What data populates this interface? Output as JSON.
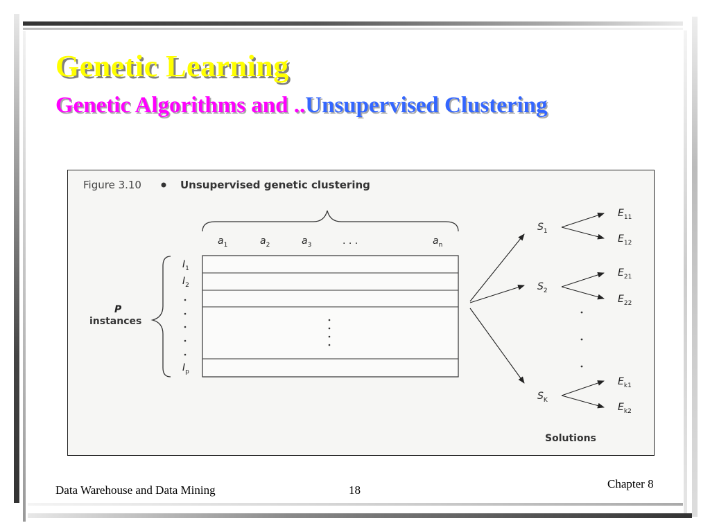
{
  "slide": {
    "title": "Genetic Learning",
    "subtitle_part1": "Genetic Algorithms and ..",
    "subtitle_part2": "Unsupervised Clustering",
    "colors": {
      "title": "#ffff00",
      "subtitle_part1": "#ff00ff",
      "subtitle_part2": "#3366ff"
    }
  },
  "figure": {
    "number": "Figure 3.10",
    "caption": "Unsupervised genetic clustering",
    "attributes": {
      "a1": [
        "a",
        "1"
      ],
      "a2": [
        "a",
        "2"
      ],
      "a3": [
        "a",
        "3"
      ],
      "ellipsis": ". . .",
      "an": [
        "a",
        "n"
      ]
    },
    "instances": {
      "I1": [
        "I",
        "1"
      ],
      "I2": [
        "I",
        "2"
      ],
      "Ip": [
        "I",
        "p"
      ]
    },
    "p_label": "P",
    "instances_label": "instances",
    "solutions": {
      "S1": [
        "S",
        "1"
      ],
      "S2": [
        "S",
        "2"
      ],
      "SK": [
        "S",
        "K"
      ]
    },
    "evaluations": {
      "E11": [
        "E",
        "11"
      ],
      "E12": [
        "E",
        "12"
      ],
      "E21": [
        "E",
        "21"
      ],
      "E22": [
        "E",
        "22"
      ],
      "Ek1": [
        "E",
        "k1"
      ],
      "Ek2": [
        "E",
        "k2"
      ]
    },
    "solutions_label": "Solutions"
  },
  "footer": {
    "left": "Data Warehouse and Data Mining",
    "page": "18",
    "right": "Chapter 8"
  }
}
